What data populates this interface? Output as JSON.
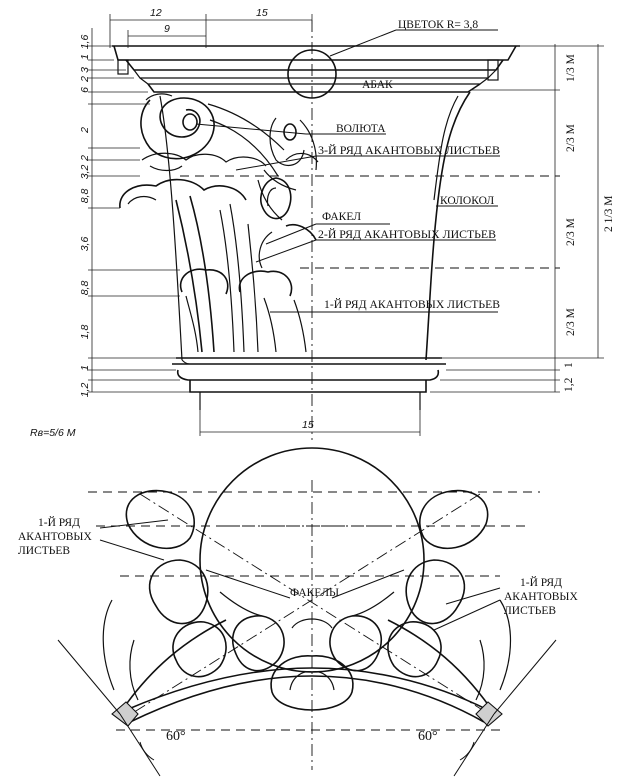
{
  "labels": {
    "flower": "ЦВЕТОК  R= 3,8",
    "abacus": "АБАК",
    "volute": "ВОЛЮТА",
    "acanthus_row3": "3-Й РЯД АКАНТОВЫХ ЛИСТЬЕВ",
    "bell": "КОЛОКОЛ",
    "torch": "ФАКЕЛ",
    "acanthus_row2": "2-Й РЯД АКАНТОВЫХ ЛИСТЬЕВ",
    "acanthus_row1": "1-Й РЯД АКАНТОВЫХ ЛИСТЬЕВ"
  },
  "left_dimensions": [
    "1,6",
    "1",
    "3",
    "2",
    "6",
    "2",
    "2",
    "3,2",
    "8,8",
    "3,6",
    "8,8",
    "1,8",
    "1",
    "1,2"
  ],
  "top_dimensions": {
    "a": "12",
    "b": "15",
    "c": "9"
  },
  "right_dimensions": {
    "abacus": "1/3 М",
    "volute_zone": "2/3 М",
    "row2_zone": "2/3 М",
    "row1_zone": "2/3 М",
    "total": "2 1/3 М",
    "base_1": "1",
    "base_2": "1,2"
  },
  "bottom_dimension": "15",
  "radius_note": "Rв=5/6  М",
  "plan": {
    "left_label": [
      "1-Й РЯД",
      "АКАНТОВЫХ",
      "ЛИСТЬЕВ"
    ],
    "right_label": [
      "1-Й РЯД",
      "АКАНТОВЫХ",
      "ЛИСТЬЕВ"
    ],
    "torches": "ФАКЕЛЫ",
    "angle_left": "60°",
    "angle_right": "60°"
  }
}
